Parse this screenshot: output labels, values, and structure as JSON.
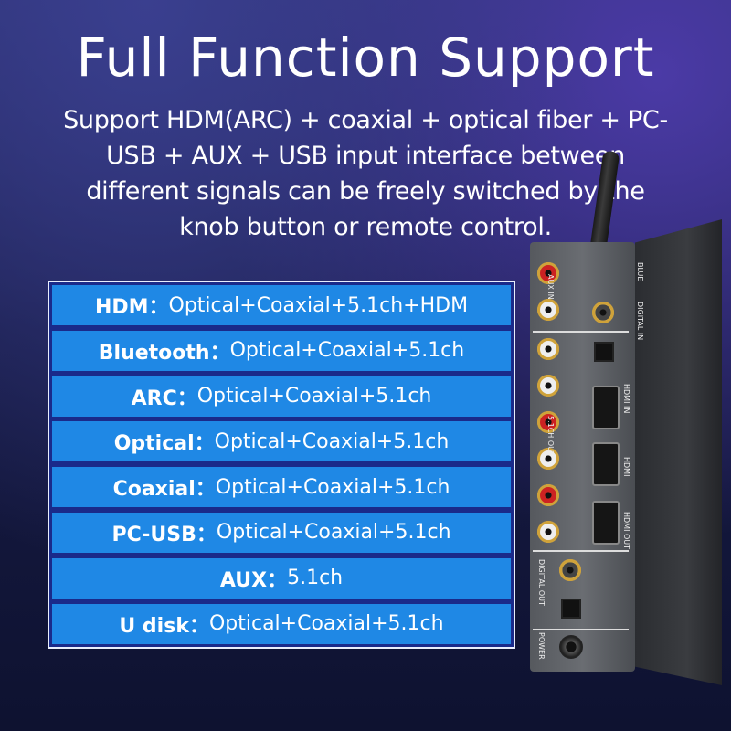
{
  "title": "Full Function Support",
  "subtitle": "Support HDM(ARC) + coaxial + optical fiber + PC-USB + AUX + USB input interface between different signals can be freely switched by the knob button or remote control.",
  "rows": [
    {
      "label": "HDM：",
      "value": "Optical+Coaxial+5.1ch+HDM"
    },
    {
      "label": "Bluetooth：",
      "value": "Optical+Coaxial+5.1ch"
    },
    {
      "label": "ARC：",
      "value": "Optical+Coaxial+5.1ch"
    },
    {
      "label": "Optical：",
      "value": "Optical+Coaxial+5.1ch"
    },
    {
      "label": "Coaxial：",
      "value": "Optical+Coaxial+5.1ch"
    },
    {
      "label": "PC-USB：",
      "value": "Optical+Coaxial+5.1ch"
    },
    {
      "label": "AUX：",
      "value": "5.1ch"
    },
    {
      "label": "U disk：",
      "value": "Optical+Coaxial+5.1ch"
    }
  ],
  "device": {
    "labels": {
      "aux_in": "AUX IN",
      "bluetooth": "BLUE",
      "digital_in": "DIGITAL  IN",
      "hdmi": "HDMI",
      "hdmi_in": "HDMI IN",
      "hdmi_out": "HDMI OUT",
      "out_51": "5.1CH OUT",
      "digital_out": "DIGITAL  OUT",
      "power": "POWER"
    }
  }
}
